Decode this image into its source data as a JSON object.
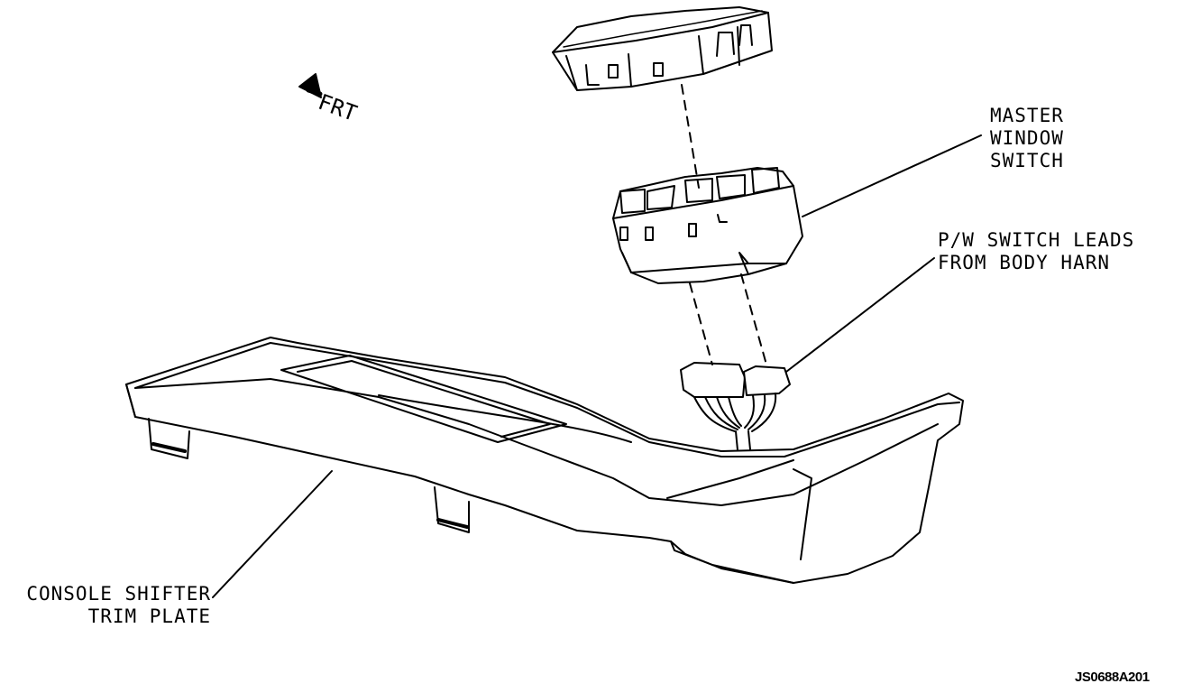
{
  "labels": {
    "front_arrow": "FRT",
    "master_window_switch": [
      "MASTER",
      "WINDOW",
      "SWITCH"
    ],
    "pw_switch_leads": [
      "P/W SWITCH LEADS",
      "FROM BODY HARN"
    ],
    "console_shifter_trim_plate": [
      "CONSOLE SHIFTER",
      "TRIM PLATE"
    ],
    "figure_code": "JS0688A201"
  },
  "colors": {
    "line": "#000000",
    "background": "#ffffff"
  }
}
